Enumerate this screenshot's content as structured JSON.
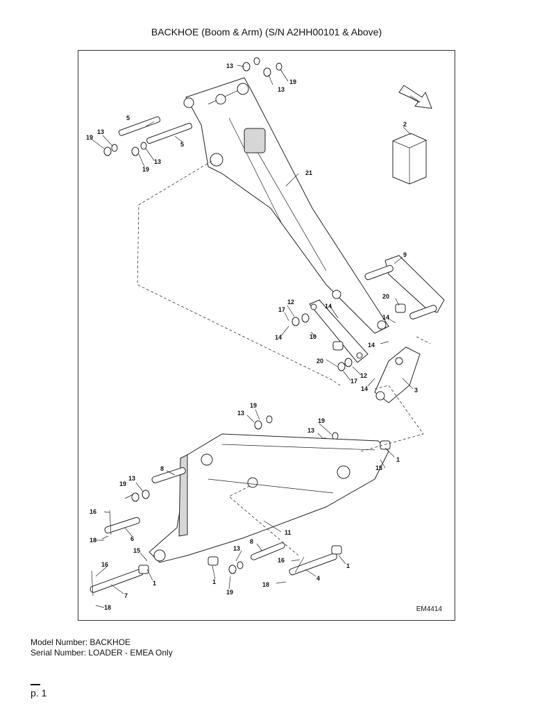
{
  "title": "BACKHOE (Boom & Arm) (S/N A2HH00101 & Above)",
  "diagram": {
    "code": "EM4414",
    "front_label": "FRONT",
    "callouts": [
      {
        "id": "c13a",
        "label": "13"
      },
      {
        "id": "c19a",
        "label": "19"
      },
      {
        "id": "c13b",
        "label": "13"
      },
      {
        "id": "c5a",
        "label": "5"
      },
      {
        "id": "c19b",
        "label": "19"
      },
      {
        "id": "c13c",
        "label": "13"
      },
      {
        "id": "c5b",
        "label": "5"
      },
      {
        "id": "c19c",
        "label": "19"
      },
      {
        "id": "c13d",
        "label": "13"
      },
      {
        "id": "c2",
        "label": "2"
      },
      {
        "id": "c21",
        "label": "21"
      },
      {
        "id": "c9",
        "label": "9"
      },
      {
        "id": "c20a",
        "label": "20"
      },
      {
        "id": "c12a",
        "label": "12"
      },
      {
        "id": "c17a",
        "label": "17"
      },
      {
        "id": "c14a",
        "label": "14"
      },
      {
        "id": "c14b",
        "label": "14"
      },
      {
        "id": "c10",
        "label": "10"
      },
      {
        "id": "c14c",
        "label": "14"
      },
      {
        "id": "c14d",
        "label": "14"
      },
      {
        "id": "c20b",
        "label": "20"
      },
      {
        "id": "c12b",
        "label": "12"
      },
      {
        "id": "c17b",
        "label": "17"
      },
      {
        "id": "c14e",
        "label": "14"
      },
      {
        "id": "c3",
        "label": "3"
      },
      {
        "id": "c19d",
        "label": "19"
      },
      {
        "id": "c13e",
        "label": "13"
      },
      {
        "id": "c19e",
        "label": "19"
      },
      {
        "id": "c13f",
        "label": "13"
      },
      {
        "id": "c1a",
        "label": "1"
      },
      {
        "id": "c15a",
        "label": "15"
      },
      {
        "id": "c8a",
        "label": "8"
      },
      {
        "id": "c13g",
        "label": "13"
      },
      {
        "id": "c19f",
        "label": "19"
      },
      {
        "id": "c16a",
        "label": "16"
      },
      {
        "id": "c18a",
        "label": "18"
      },
      {
        "id": "c6",
        "label": "6"
      },
      {
        "id": "c11",
        "label": "11"
      },
      {
        "id": "c15b",
        "label": "15"
      },
      {
        "id": "c16b",
        "label": "16"
      },
      {
        "id": "c1b",
        "label": "1"
      },
      {
        "id": "c8b",
        "label": "8"
      },
      {
        "id": "c13h",
        "label": "13"
      },
      {
        "id": "c16c",
        "label": "16"
      },
      {
        "id": "c1c",
        "label": "1"
      },
      {
        "id": "c4",
        "label": "4"
      },
      {
        "id": "c1d",
        "label": "1"
      },
      {
        "id": "c19g",
        "label": "19"
      },
      {
        "id": "c7",
        "label": "7"
      },
      {
        "id": "c18b",
        "label": "18"
      },
      {
        "id": "c18c",
        "label": "18"
      }
    ]
  },
  "info": {
    "model": "Model Number: BACKHOE",
    "serial": "Serial Number: LOADER - EMEA Only"
  },
  "page": "p. 1"
}
